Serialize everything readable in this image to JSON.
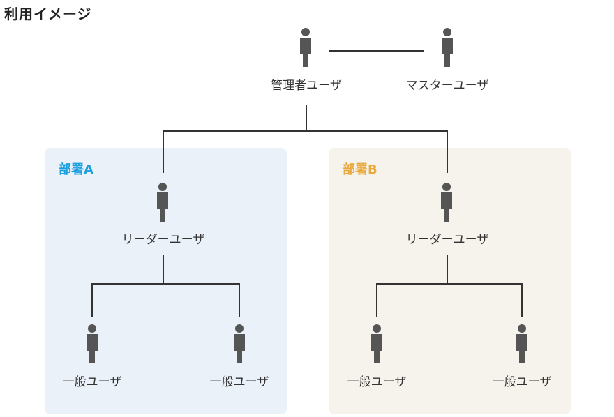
{
  "title": "利用イメージ",
  "colors": {
    "dept_a": "#1aa0e0",
    "dept_b": "#e8aa3c",
    "panel_a_bg": "#eaf1f8",
    "panel_b_bg": "#f6f3ec",
    "person": "#555555",
    "line": "#333333"
  },
  "top": {
    "admin_label": "管理者ユーザ",
    "master_label": "マスターユーザ"
  },
  "dept_a": {
    "name": "部署A",
    "leader_label": "リーダーユーザ",
    "members": [
      {
        "label": "一般ユーザ"
      },
      {
        "label": "一般ユーザ"
      }
    ]
  },
  "dept_b": {
    "name": "部署B",
    "leader_label": "リーダーユーザ",
    "members": [
      {
        "label": "一般ユーザ"
      },
      {
        "label": "一般ユーザ"
      }
    ]
  },
  "icon": "person-icon"
}
